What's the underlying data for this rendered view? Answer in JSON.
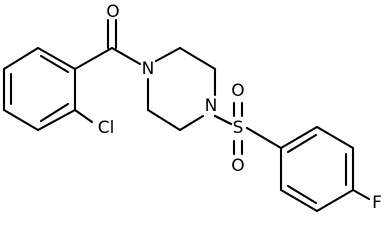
{
  "molecule": {
    "atoms": {
      "carbonyl_oxygen": "O",
      "chlorine": "Cl",
      "piperazine_nitrogen_left": "N",
      "piperazine_nitrogen_right": "N",
      "sulfur": "S",
      "sulfonyl_oxygen_top": "O",
      "sulfonyl_oxygen_bottom": "O",
      "fluorine": "F"
    }
  },
  "colors": {
    "background": "#ffffff",
    "bond": "#000000",
    "label": "#000000"
  }
}
